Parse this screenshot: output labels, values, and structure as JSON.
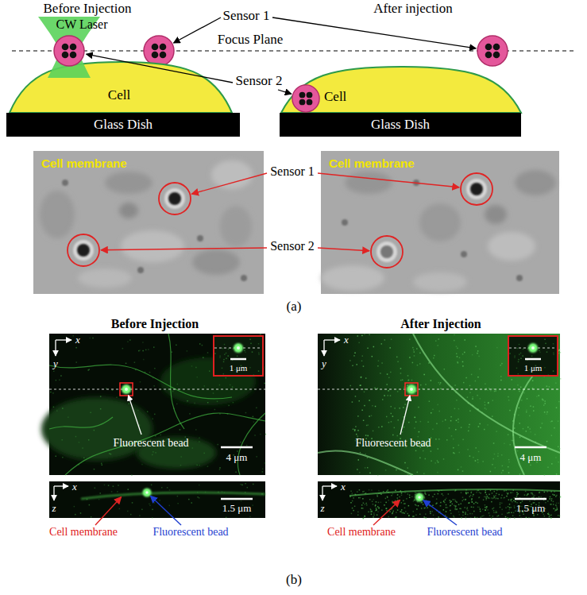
{
  "diagram": {
    "nodes": [
      {
        "text": [
          "Cell"
        ]
      },
      {
        "text": [
          "Glass Dish"
        ]
      },
      {
        "text": [
          "Cell"
        ]
      },
      {
        "text": [
          "Glass Dish"
        ]
      },
      {
        "text": [
          "Cell membrane"
        ]
      },
      {
        "text": [
          "Cell membrane"
        ]
      },
      {
        "text": [
          "x",
          "y",
          "Fluorescent bead",
          "4 μm"
        ]
      },
      {
        "text": [
          "1 μm"
        ],
        "in": 6
      },
      {
        "text": [
          "x",
          "y",
          "Fluorescent bead",
          "4 μm"
        ]
      },
      {
        "text": [
          "1 μm"
        ],
        "in": 8
      },
      {
        "text": [
          "x",
          "z",
          "1.5 μm"
        ]
      },
      {
        "text": [
          "x",
          "z",
          "1.5 μm"
        ]
      }
    ],
    "labels": [
      "Before Injection",
      "CW Laser",
      "After injection",
      "Sensor 1",
      "Focus Plane",
      "Sensor 2",
      "Sensor 1",
      "Sensor 2",
      "(a)",
      "Before Injection",
      "After Injection",
      "Cell membrane",
      "Fluorescent bead",
      "Cell membrane",
      "Fluorescent bead",
      "(b)"
    ]
  }
}
